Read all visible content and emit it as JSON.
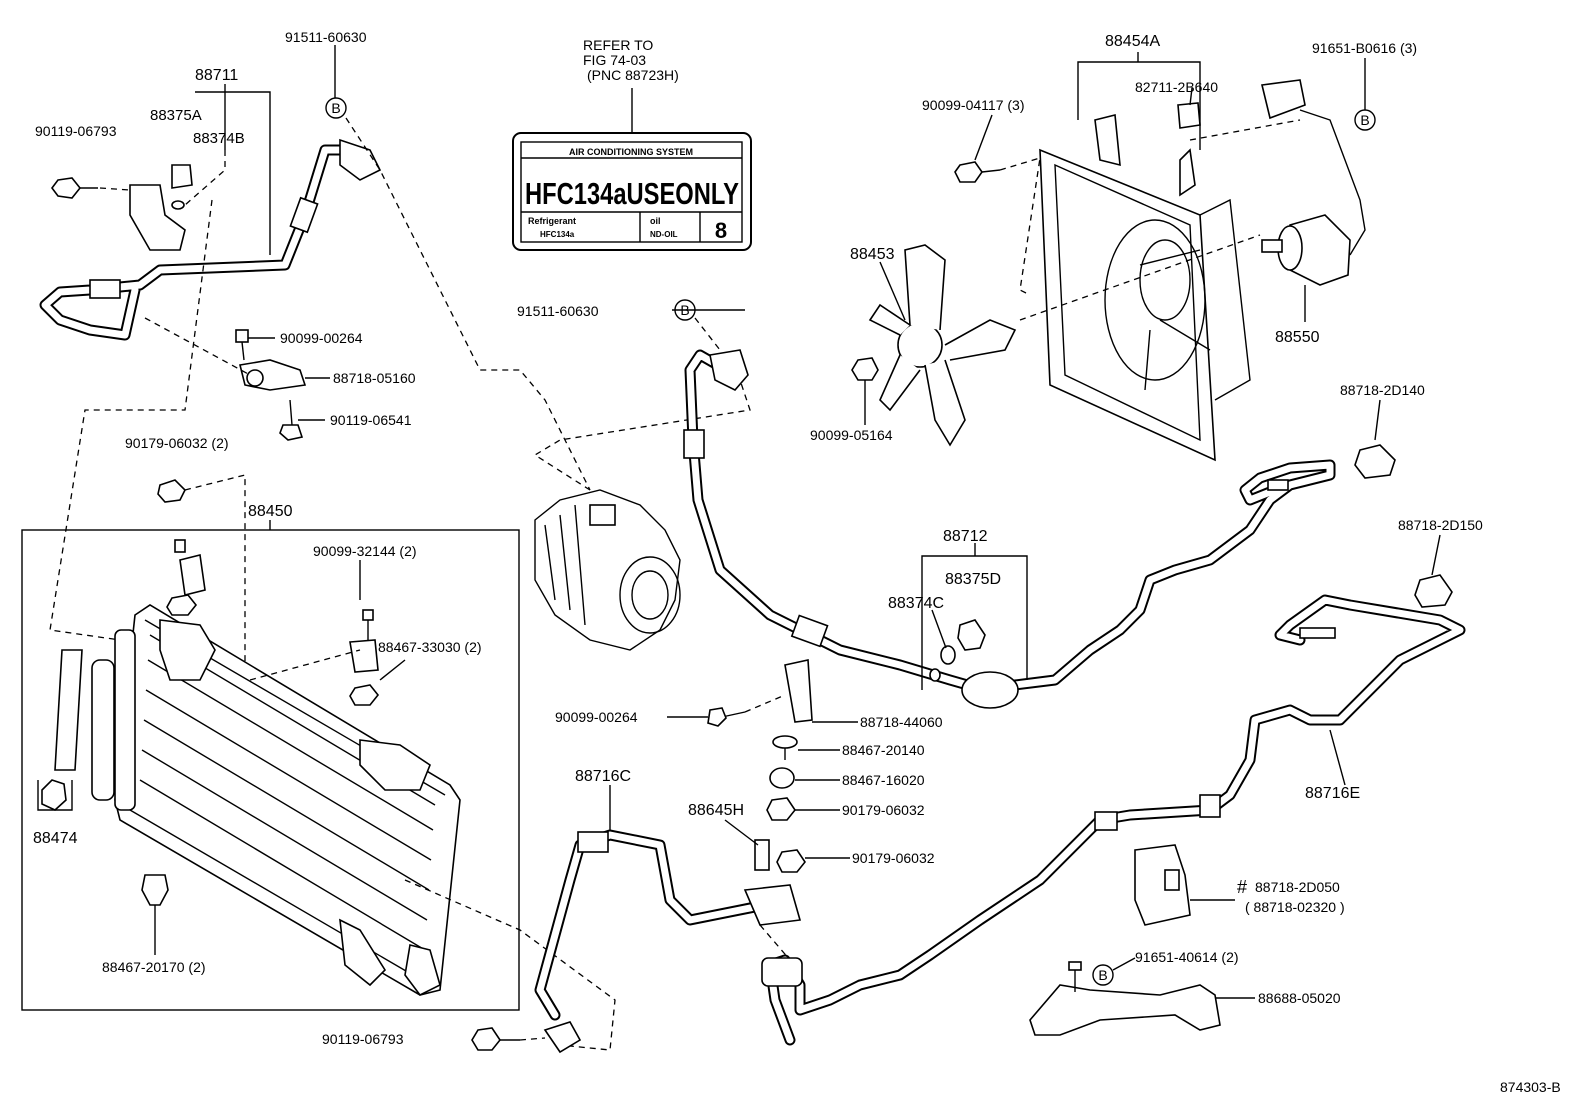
{
  "labels": {
    "p88711": "88711",
    "p91511_60630_top": "91511-60630",
    "p88375A": "88375A",
    "p88374B": "88374B",
    "p90119_06793_top": "90119-06793",
    "p90099_00264_top": "90099-00264",
    "p88718_05160": "88718-05160",
    "p90119_06541": "90119-06541",
    "p90179_06032_2": "90179-06032 (2)",
    "p88450": "88450",
    "p90099_32144": "90099-32144 (2)",
    "p88467_33030": "88467-33030 (2)",
    "p88474": "88474",
    "p88467_20170": "88467-20170 (2)",
    "p90119_06793_bottom": "90119-06793",
    "refer_line1": "REFER TO",
    "refer_line2": "FIG 74-03",
    "refer_line3": "(PNC 88723H)",
    "p91511_60630_mid": "91511-60630",
    "p88454A": "88454A",
    "p90099_04117": "90099-04117 (3)",
    "p82711_2B640": "82711-2B640",
    "p91651_B0616": "91651-B0616 (3)",
    "p88453": "88453",
    "p88550": "88550",
    "p90099_05164": "90099-05164",
    "p88718_2D140": "88718-2D140",
    "p88718_2D150": "88718-2D150",
    "p88712": "88712",
    "p88375D": "88375D",
    "p88374C": "88374C",
    "p90099_00264_mid": "90099-00264",
    "p88718_44060": "88718-44060",
    "p88467_20140": "88467-20140",
    "p88467_16020": "88467-16020",
    "p90179_06032_a": "90179-06032",
    "p90179_06032_b": "90179-06032",
    "p88716C": "88716C",
    "p88645H": "88645H",
    "p88716E": "88716E",
    "p88718_2D050": "88718-2D050",
    "p88718_02320": "( 88718-02320 )",
    "hash_mark": "#",
    "p91651_40614": "91651-40614 (2)",
    "p88688_05020": "88688-05020",
    "figure_number": "874303-B",
    "circle_b": "B"
  },
  "warning_label": {
    "header": "AIR CONDITIONING SYSTEM",
    "main": "HFC134aUSEONLY",
    "refrigerant_label": "Refrigerant",
    "refrigerant_value": "HFC134a",
    "oil_label": "oil",
    "oil_value": "ND-OIL",
    "oil_number": "8"
  }
}
